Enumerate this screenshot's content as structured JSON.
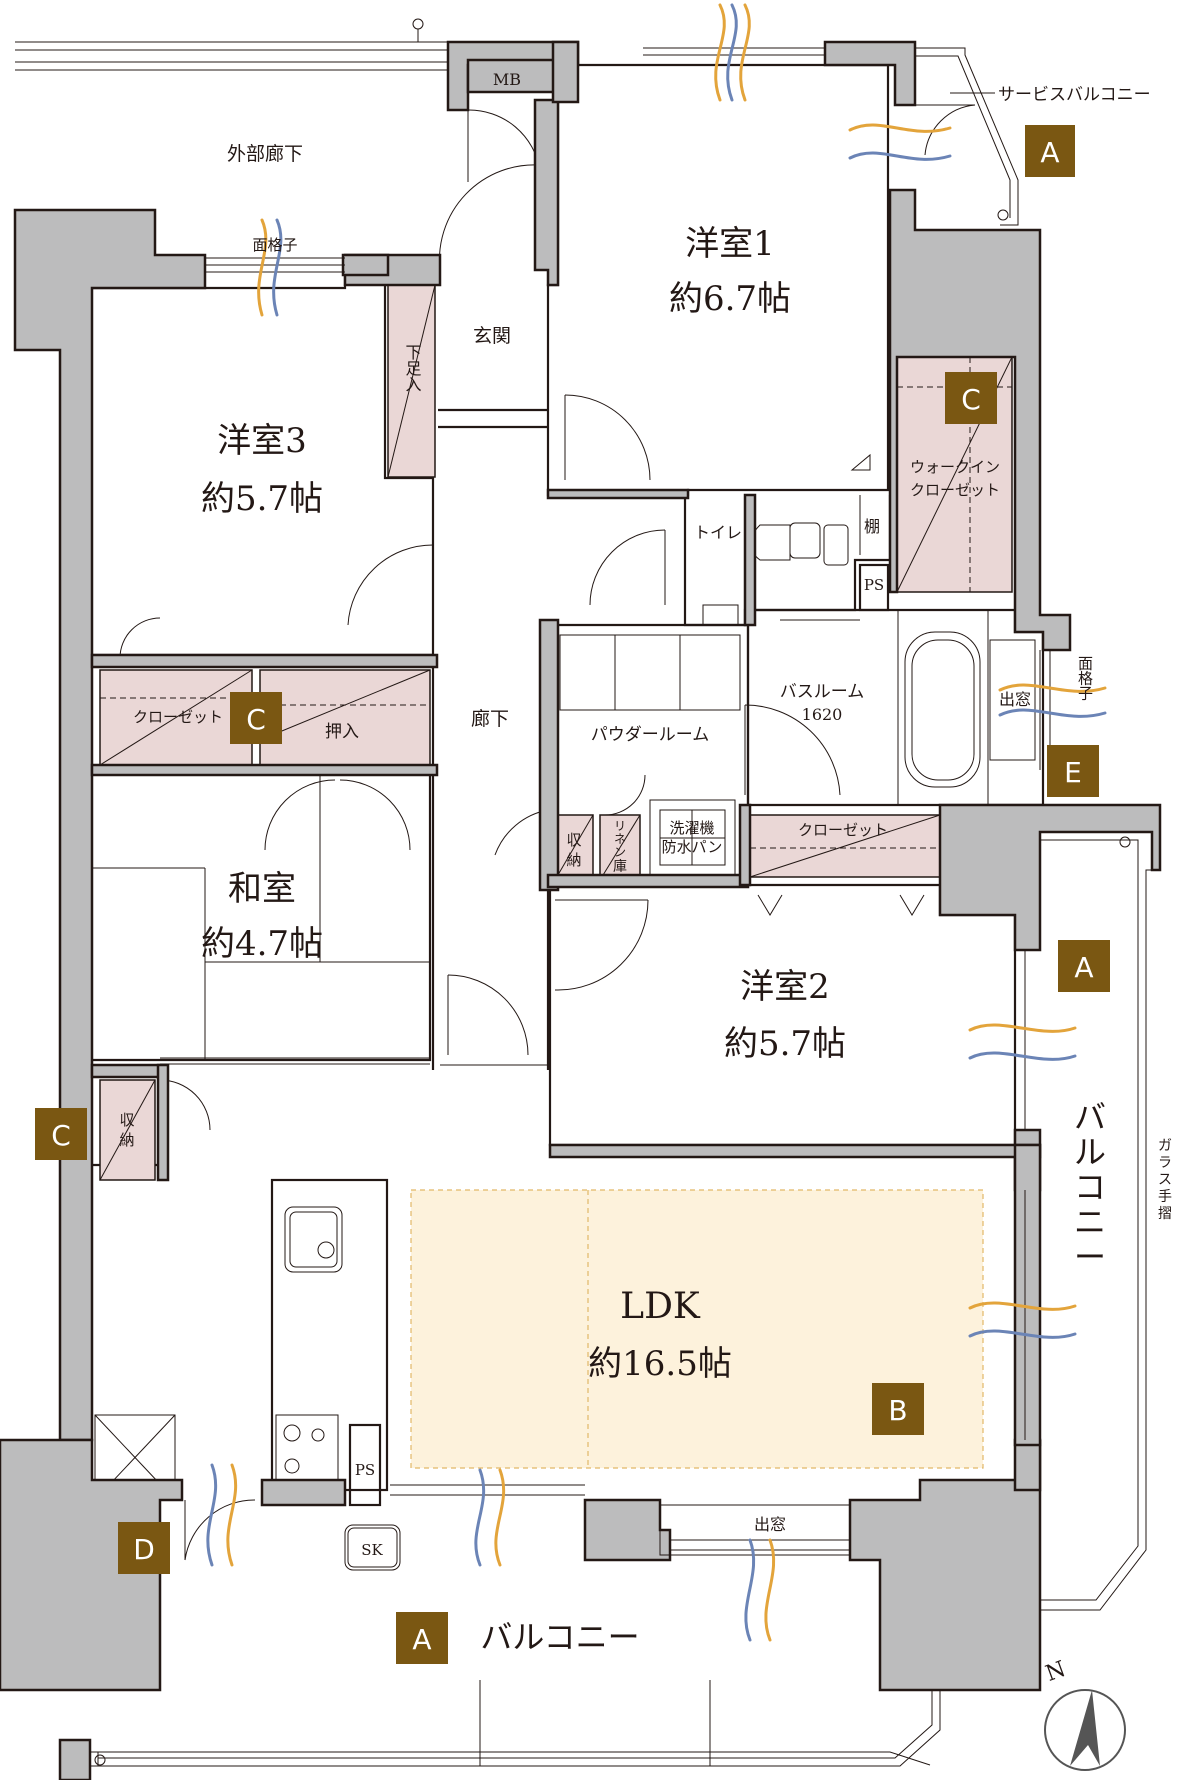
{
  "rooms": {
    "western1_name": "洋室1",
    "western1_size": "約6.7帖",
    "western2_name": "洋室2",
    "western2_size": "約5.7帖",
    "western3_name": "洋室3",
    "western3_size": "約5.7帖",
    "japanese_name": "和室",
    "japanese_size": "約4.7帖",
    "ldk_name": "LDK",
    "ldk_size": "約16.5帖"
  },
  "labels": {
    "service_balcony": "サービスバルコニー",
    "outer_corridor": "外部廊下",
    "grille_top": "面格子",
    "grille_right": "面格子",
    "mb": "MB",
    "entrance": "玄関",
    "shoe_storage": "下足入",
    "walk_in_closet": [
      "ウォークイン",
      "クローゼット"
    ],
    "toilet": "トイレ",
    "shelf": "棚",
    "ps_top": "PS",
    "ps_kitchen": "PS",
    "bathroom": "バスルーム",
    "bathroom_size": "1620",
    "bay_window_right": "出窓",
    "bay_window_bottom": "出窓",
    "powder_room": "パウダールーム",
    "corridor": "廊下",
    "closet_w3": "クローゼット",
    "oshiire": "押入",
    "closet_w2": "クローゼット",
    "storage_small": [
      "収",
      "納"
    ],
    "linen": [
      "リ",
      "ネ",
      "ン",
      "庫"
    ],
    "washer_pan": [
      "洗濯機",
      "防水パン"
    ],
    "storage_left": [
      "収",
      "納"
    ],
    "balcony_right": [
      "バ",
      "ル",
      "コ",
      "ニ",
      "ー"
    ],
    "glass_rail": [
      "ガ",
      "ラ",
      "ス",
      "手",
      "摺"
    ],
    "balcony_bottom": "バルコニー",
    "sk": "SK",
    "north": "N"
  },
  "badges": [
    {
      "id": "A",
      "where": "service-balcony"
    },
    {
      "id": "C",
      "where": "walk-in-closet"
    },
    {
      "id": "C",
      "where": "closet-western3"
    },
    {
      "id": "E",
      "where": "bathroom"
    },
    {
      "id": "A",
      "where": "balcony-right"
    },
    {
      "id": "C",
      "where": "storage-left"
    },
    {
      "id": "B",
      "where": "ldk"
    },
    {
      "id": "D",
      "where": "kitchen-door"
    },
    {
      "id": "A",
      "where": "balcony-bottom"
    }
  ],
  "colors": {
    "wall": "#bcbcbd",
    "storage": "#ead7d6",
    "ldk_floor": "#fdf2dc",
    "badge": "#7a5712",
    "wind_orange": "#e3a43b",
    "wind_blue": "#6b84b6"
  }
}
